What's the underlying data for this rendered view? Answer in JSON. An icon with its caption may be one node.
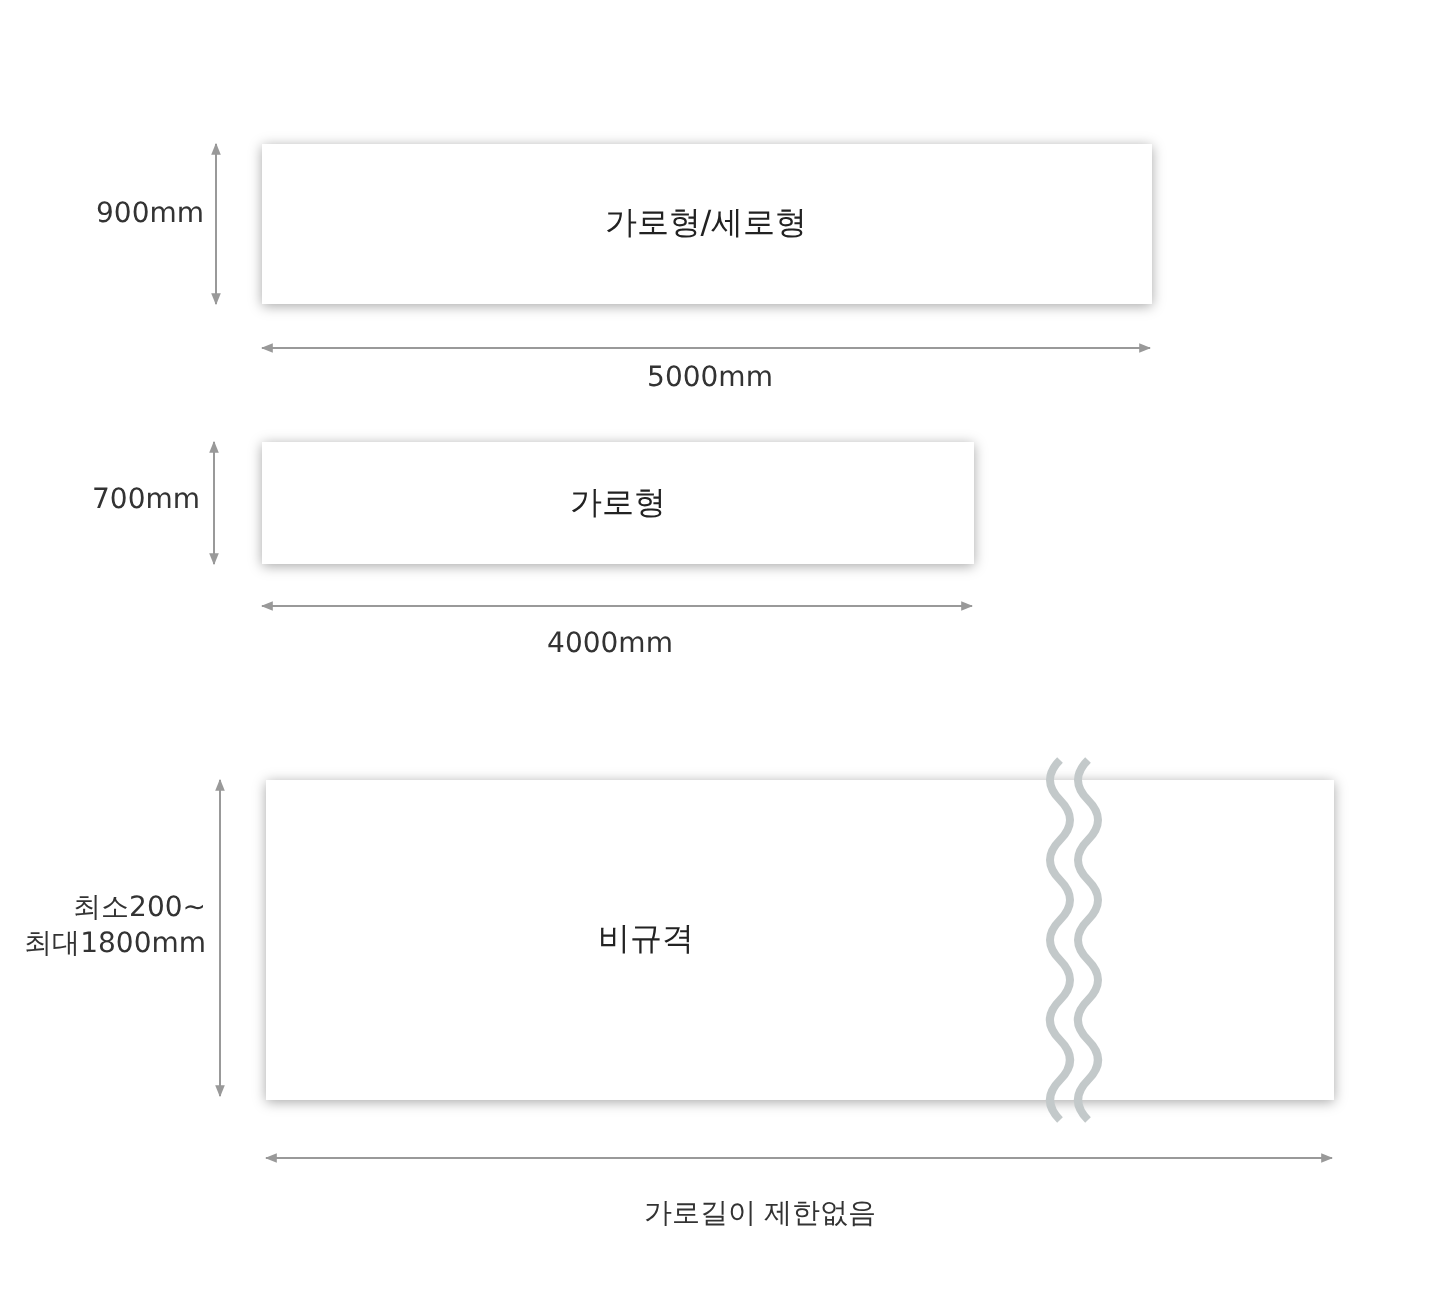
{
  "diagram": {
    "nodes": [
      {
        "text": [
          "가로형/세로형"
        ]
      },
      {
        "text": [
          "가로형"
        ]
      },
      {
        "text": [
          "비규격"
        ]
      }
    ],
    "labels": [
      "900mm",
      "5000mm",
      "700mm",
      "4000mm",
      "최소200~ 최대1800mm",
      "가로길이 제한없음"
    ]
  }
}
